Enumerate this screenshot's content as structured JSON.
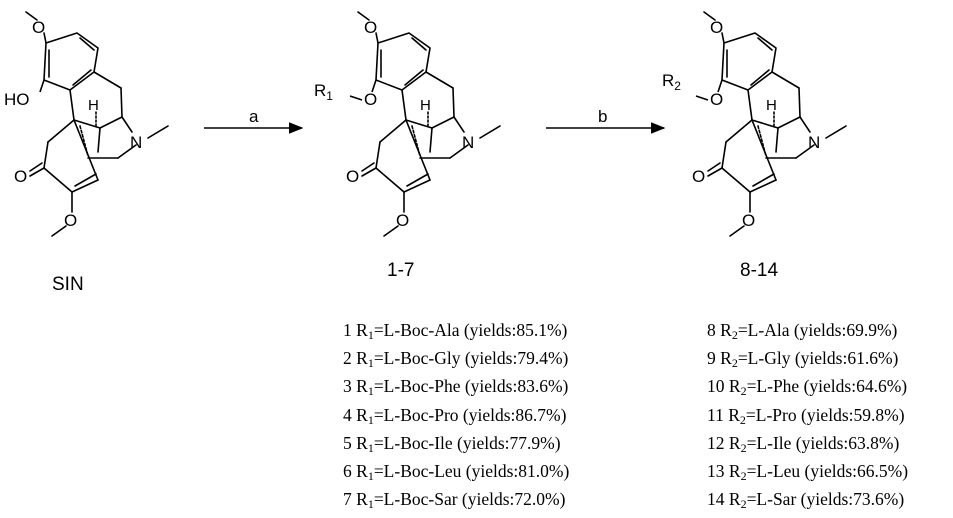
{
  "compounds": {
    "start_label": "SIN",
    "mid_label": "1-7",
    "final_label": "8-14"
  },
  "atoms": {
    "ho": "HO",
    "h": "H",
    "n": "N",
    "o": "O",
    "r1_sym": "R",
    "r1_sub": "1",
    "r2_sym": "R",
    "r2_sub": "2"
  },
  "steps": {
    "a": "a",
    "b": "b"
  },
  "list1": [
    {
      "num": "1",
      "r": "R",
      "sub": "1",
      "text": "=L-Boc-Ala (yields:85.1%)"
    },
    {
      "num": "2",
      "r": "R",
      "sub": "1",
      "text": "=L-Boc-Gly (yields:79.4%)"
    },
    {
      "num": "3",
      "r": "R",
      "sub": "1",
      "text": "=L-Boc-Phe (yields:83.6%)"
    },
    {
      "num": "4",
      "r": "R",
      "sub": "1",
      "text": "=L-Boc-Pro (yields:86.7%)"
    },
    {
      "num": "5",
      "r": "R",
      "sub": "1",
      "text": "=L-Boc-Ile (yields:77.9%)"
    },
    {
      "num": "6",
      "r": "R",
      "sub": "1",
      "text": "=L-Boc-Leu (yields:81.0%)"
    },
    {
      "num": "7",
      "r": "R",
      "sub": "1",
      "text": "=L-Boc-Sar (yields:72.0%)"
    }
  ],
  "list2": [
    {
      "num": "8",
      "r": "R",
      "sub": "2",
      "text": "=L-Ala (yields:69.9%)"
    },
    {
      "num": "9",
      "r": "R",
      "sub": "2",
      "text": "=L-Gly (yields:61.6%)"
    },
    {
      "num": "10",
      "r": "R",
      "sub": "2",
      "text": "=L-Phe (yields:64.6%)"
    },
    {
      "num": "11",
      "r": "R",
      "sub": "2",
      "text": "=L-Pro (yields:59.8%)"
    },
    {
      "num": "12",
      "r": "R",
      "sub": "2",
      "text": "=L-Ile (yields:63.8%)"
    },
    {
      "num": "13",
      "r": "R",
      "sub": "2",
      "text": "=L-Leu (yields:66.5%)"
    },
    {
      "num": "14",
      "r": "R",
      "sub": "2",
      "text": "=L-Sar (yields:73.6%)"
    }
  ]
}
